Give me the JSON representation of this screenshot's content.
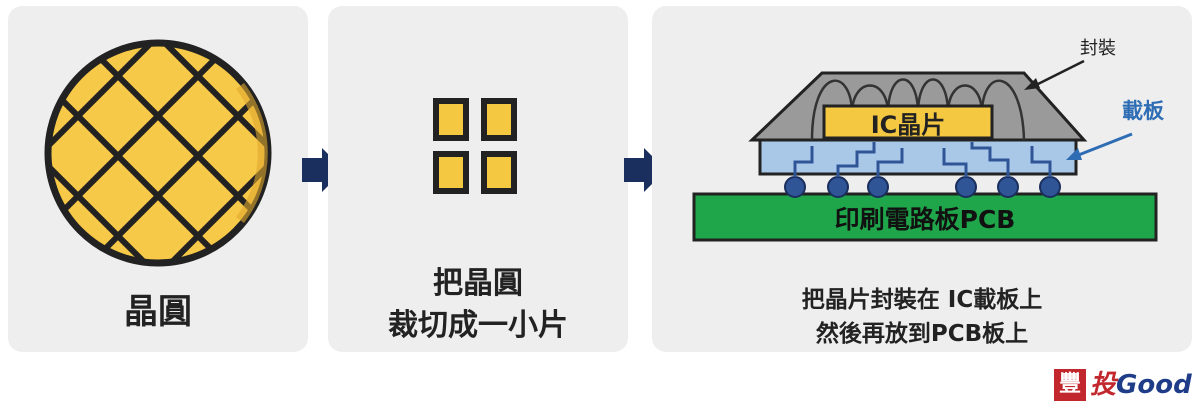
{
  "panels": {
    "wafer": {
      "caption": "晶圓"
    },
    "cut": {
      "caption_line1": "把晶圓",
      "caption_line2": "裁切成一小片"
    },
    "package": {
      "caption_line1": "把晶片封裝在 IC載板上",
      "caption_line2": "然後再放到PCB板上",
      "label_chip": "IC晶片",
      "label_package": "封裝",
      "label_substrate": "載板",
      "label_pcb": "印刷電路板PCB"
    }
  },
  "logo": {
    "mark": "豐",
    "text_a": "投",
    "text_b": "Good"
  },
  "colors": {
    "wafer_fill": "#f7c948",
    "chip_yellow": "#f5c842",
    "arrow_navy": "#1b2f5e",
    "substrate_blue": "#a9c8e8",
    "pcb_green": "#1fa64a",
    "ball_blue": "#2f5597",
    "package_gray": "#9a9a9a",
    "label_blue": "#2e6db4"
  }
}
